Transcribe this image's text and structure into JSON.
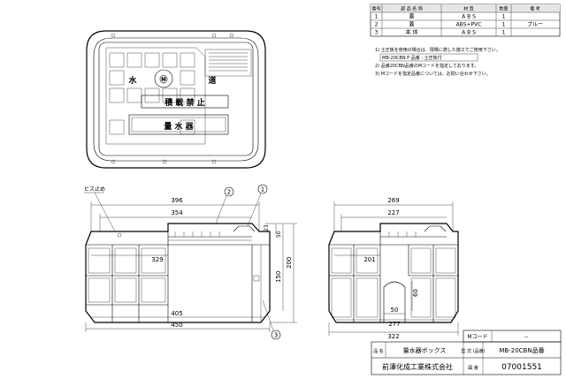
{
  "parts_table": {
    "headers": [
      "番号",
      "部 品 名 称",
      "材 質",
      "数量",
      "備 考"
    ],
    "rows": [
      {
        "no": "1",
        "name": "蓋",
        "material": "A B S",
        "qty": "1",
        "note": ""
      },
      {
        "no": "2",
        "name": "蓋",
        "material": "ABS+PVC",
        "qty": "1",
        "note": "ブルー"
      },
      {
        "no": "3",
        "name": "本 体",
        "material": "A B S",
        "qty": "1",
        "note": ""
      }
    ]
  },
  "notes": [
    "1) 土圧板を使用の場合は、現場に適した施工でご使用下さい。",
    "MB-20CBN P 品番 : 土圧板付",
    "2) 品番20CBN品番のMコードを指定しております。",
    "3) Mコードを指定品番については、お問い合わせ下さい。"
  ],
  "lid_labels": {
    "left": "水",
    "middle": "Ⓜ",
    "right": "道",
    "warning": "積 載 禁 止",
    "name": "量 水 器"
  },
  "front_view": {
    "callout_screw": "ビス止め",
    "callouts": [
      "1",
      "2",
      "3"
    ],
    "dims": {
      "top_outer": "396",
      "top_inner": "354",
      "side_h1": "23",
      "side_h2": "50",
      "inner_w": "329",
      "height_150": "150",
      "height_200": "200",
      "bottom_inner": "405",
      "bottom_outer": "450"
    }
  },
  "side_view": {
    "dims": {
      "top_outer": "269",
      "top_inner": "227",
      "inner_w": "201",
      "arch_h": "60",
      "arch_w": "50",
      "bottom_inner": "277",
      "bottom_outer": "322"
    }
  },
  "title_block": {
    "mcode_label": "Mコード",
    "mcode_value": "--",
    "product_label": "品 名",
    "product_name": "量水器ボックス",
    "model_label": "型 式 (品番)",
    "model_value": "MB-20CBN品番",
    "drawing_no_label": "図 番",
    "drawing_no": "07001551",
    "company": "前澤化成工業株式会社"
  }
}
